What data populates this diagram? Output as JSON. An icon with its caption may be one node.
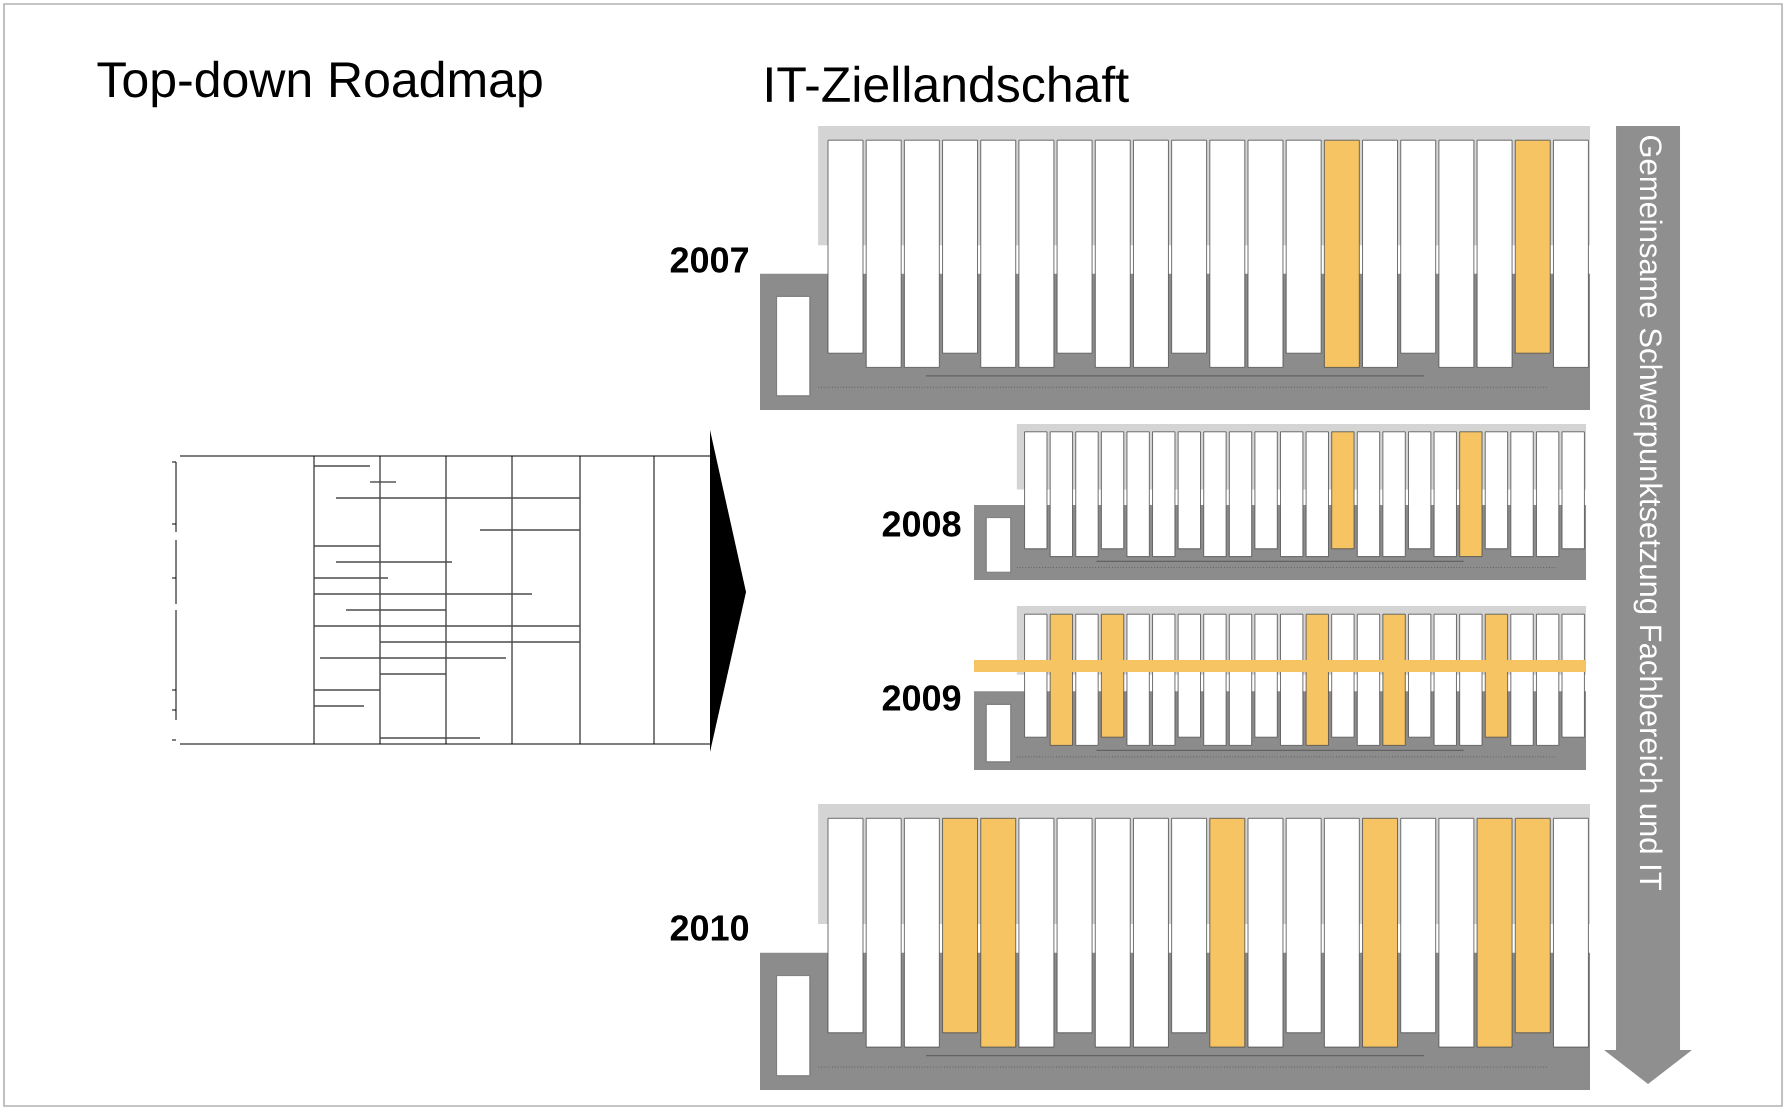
{
  "diagram": {
    "nodes": [
      {
        "text": [
          "Gemeinsame Schwerpunktsetzung  Fachbereich und IT"
        ]
      }
    ],
    "labels": [
      "Top-down Roadmap",
      "IT-Ziellandschaft",
      "2007",
      "2008",
      "2009",
      "2010"
    ]
  }
}
